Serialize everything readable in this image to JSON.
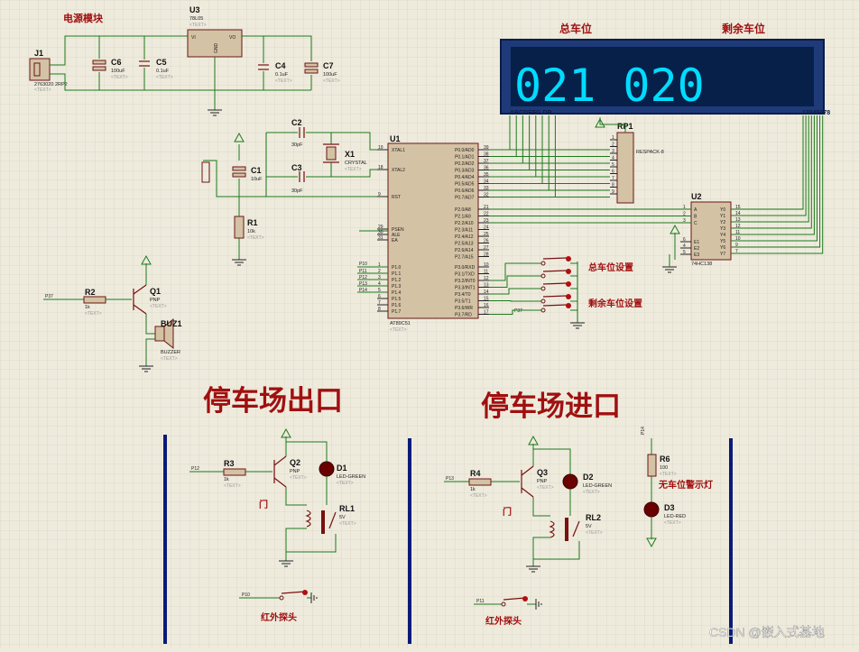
{
  "sections": {
    "power_module": "电源模块",
    "total_spaces": "总车位",
    "remaining_spaces": "剩余车位",
    "total_setting": "总车位设置",
    "remaining_setting": "剩余车位设置",
    "exit_title": "停车场出口",
    "entrance_title": "停车场进口",
    "gate_exit": "门",
    "gate_entrance": "门",
    "ir_exit": "红外探头",
    "ir_entrance": "红外探头",
    "no_space_warning": "无车位警示灯"
  },
  "display": {
    "digits": "021 020",
    "seg_labels": "ABCDEFG DP",
    "pin_labels": "12345678"
  },
  "placeholder_text": "<TEXT>",
  "components": {
    "j1": {
      "ref": "J1",
      "part": "2763020 2RP2"
    },
    "u3": {
      "ref": "U3",
      "part": "78L05",
      "vi": "VI",
      "vo": "VO",
      "gnd": "GND"
    },
    "c6": {
      "ref": "C6",
      "value": "100uF"
    },
    "c5": {
      "ref": "C5",
      "value": "0.1uF"
    },
    "c4": {
      "ref": "C4",
      "value": "0.1uF"
    },
    "c7": {
      "ref": "C7",
      "value": "100uF"
    },
    "c2": {
      "ref": "C2",
      "value": "30pF"
    },
    "c3": {
      "ref": "C3",
      "value": "30pF"
    },
    "x1": {
      "ref": "X1",
      "part": "CRYSTAL"
    },
    "c1": {
      "ref": "C1",
      "value": "10uF"
    },
    "r1": {
      "ref": "R1",
      "value": "10k"
    },
    "u1": {
      "ref": "U1",
      "part": "AT89C51"
    },
    "rp1": {
      "ref": "RP1",
      "part": "RESPACK-8"
    },
    "u2": {
      "ref": "U2",
      "part": "74HC138"
    },
    "q1": {
      "ref": "Q1",
      "part": "PNP"
    },
    "r2": {
      "ref": "R2",
      "value": "1k"
    },
    "buz1": {
      "ref": "BUZ1",
      "part": "BUZZER"
    },
    "r3": {
      "ref": "R3",
      "value": "1k"
    },
    "q2": {
      "ref": "Q2",
      "part": "PNP"
    },
    "d1": {
      "ref": "D1",
      "part": "LED-GREEN"
    },
    "rl1": {
      "ref": "RL1",
      "value": "5V"
    },
    "r4": {
      "ref": "R4",
      "value": "1k"
    },
    "q3": {
      "ref": "Q3",
      "part": "PNP"
    },
    "d2": {
      "ref": "D2",
      "part": "LED-GREEN"
    },
    "rl2": {
      "ref": "RL2",
      "value": "5V"
    },
    "r6": {
      "ref": "R6",
      "value": "100"
    },
    "d3": {
      "ref": "D3",
      "part": "LED-RED"
    }
  },
  "u1_pins": {
    "left": [
      {
        "num": "19",
        "name": "XTAL1"
      },
      {
        "num": "18",
        "name": "XTAL2"
      },
      {
        "num": "9",
        "name": "RST"
      },
      {
        "num": "29",
        "name": "PSEN"
      },
      {
        "num": "30",
        "name": "ALE"
      },
      {
        "num": "31",
        "name": "EA"
      },
      {
        "num": "1",
        "name": "P1.0"
      },
      {
        "num": "2",
        "name": "P1.1"
      },
      {
        "num": "3",
        "name": "P1.2"
      },
      {
        "num": "4",
        "name": "P1.3"
      },
      {
        "num": "5",
        "name": "P1.4"
      },
      {
        "num": "6",
        "name": "P1.5"
      },
      {
        "num": "7",
        "name": "P1.6"
      },
      {
        "num": "8",
        "name": "P1.7"
      }
    ],
    "right": [
      {
        "num": "39",
        "name": "P0.0/AD0"
      },
      {
        "num": "38",
        "name": "P0.1/AD1"
      },
      {
        "num": "37",
        "name": "P0.2/AD2"
      },
      {
        "num": "36",
        "name": "P0.3/AD3"
      },
      {
        "num": "35",
        "name": "P0.4/AD4"
      },
      {
        "num": "34",
        "name": "P0.5/AD5"
      },
      {
        "num": "33",
        "name": "P0.6/AD6"
      },
      {
        "num": "32",
        "name": "P0.7/AD7"
      },
      {
        "num": "21",
        "name": "P2.0/A8"
      },
      {
        "num": "22",
        "name": "P2.1/A9"
      },
      {
        "num": "23",
        "name": "P2.2/A10"
      },
      {
        "num": "24",
        "name": "P2.3/A11"
      },
      {
        "num": "25",
        "name": "P2.4/A12"
      },
      {
        "num": "26",
        "name": "P2.5/A13"
      },
      {
        "num": "27",
        "name": "P2.6/A14"
      },
      {
        "num": "28",
        "name": "P2.7/A15"
      },
      {
        "num": "10",
        "name": "P3.0/RXD"
      },
      {
        "num": "11",
        "name": "P3.1/TXD"
      },
      {
        "num": "12",
        "name": "P3.2/INT0"
      },
      {
        "num": "13",
        "name": "P3.3/INT1"
      },
      {
        "num": "14",
        "name": "P3.4/T0"
      },
      {
        "num": "15",
        "name": "P3.5/T1"
      },
      {
        "num": "16",
        "name": "P3.6/WR"
      },
      {
        "num": "17",
        "name": "P3.7/RD"
      }
    ]
  },
  "u2_pins": {
    "left": [
      "A",
      "B",
      "C",
      "E1",
      "E2",
      "E3"
    ],
    "left_nums": [
      "1",
      "2",
      "3",
      "6",
      "4",
      "5"
    ],
    "right": [
      "Y0",
      "Y1",
      "Y2",
      "Y3",
      "Y4",
      "Y5",
      "Y6",
      "Y7"
    ],
    "right_nums": [
      "15",
      "14",
      "13",
      "12",
      "11",
      "10",
      "9",
      "7"
    ]
  },
  "rp1_pins": [
    "1",
    "2",
    "3",
    "4",
    "5",
    "6",
    "7",
    "8",
    "9"
  ],
  "net_labels": {
    "p10": "P10",
    "p11": "P11",
    "p12": "P12",
    "p13": "P13",
    "p14": "P14",
    "p37": "P37",
    "p12b": "P12",
    "p13b": "P13",
    "p10b": "P10",
    "p11b": "P11",
    "p14b": "P14",
    "p37b": "P37"
  },
  "watermark": "CSDN @嵌入式基地",
  "colors": {
    "background": "#eeebdd",
    "grid": "#d8d4c4",
    "wire": "#1c7a1c",
    "component": "#7a1010",
    "display_frame": "#1e3a78",
    "display_digits": "#00dcff",
    "divider": "#0a1a7a",
    "title_red": "#a01010"
  }
}
